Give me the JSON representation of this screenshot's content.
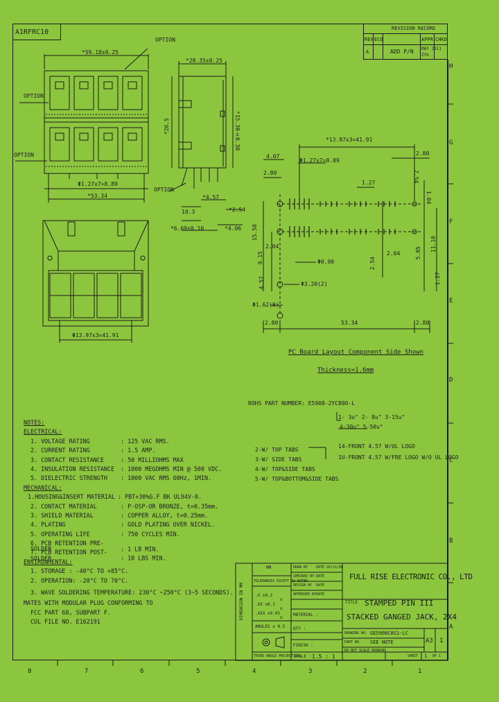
{
  "drawing_id": "A1RFRC10",
  "revision_record": {
    "title": "REVISION RECORD",
    "headers": [
      "REV",
      "ECO",
      "",
      "APPR",
      "CHKD"
    ],
    "row": {
      "rev": "A",
      "desc": "ADD P/N",
      "date": "MAY 2011",
      "note": "ZYG"
    }
  },
  "zone_letters_right": [
    "H",
    "G",
    "F",
    "E",
    "D",
    "C",
    "B",
    "A"
  ],
  "zone_numbers_bottom": [
    "8",
    "7",
    "6",
    "5",
    "4",
    "3",
    "2",
    "1"
  ],
  "dimensions": {
    "front_width": "*59.18±0.25",
    "front_pitch": "Φ1.27x7=8.89",
    "front_overall": "*53.34",
    "option_top": "OPTION",
    "option_left": "OPTION",
    "option_left2": "OPTION",
    "option_side": "OPTION",
    "side_depth": "*28.35±0.25",
    "side_height": "*26.5",
    "side_height2": "*15.30±0.30",
    "side_457": "*4.57",
    "side_254": "*2.54",
    "side_103": "10.3",
    "side_669": "*6.69±0.10",
    "side_406": "*4.06",
    "bottom_pitch": "Φ13.97x3=41.91"
  },
  "pcb_layout": {
    "top_dim": "*13.97x3=41.91",
    "d_407": "4.07",
    "d_280a": "2.80",
    "d_280b": "2.80",
    "d_127x7": "Φ1.27x7=8.89",
    "d_127": "1.27",
    "d_254_v": "2.54",
    "d_104": "1.04",
    "d_1550": "15.50",
    "d_915": "9.15",
    "d_204": "2.04",
    "d_090": "Φ0.90",
    "d_254b": "2.54",
    "d_204b": "2.04",
    "d_585": "5.85",
    "d_1110": "11.10",
    "d_457v": "4.57",
    "d_320": "Φ3.20(2)",
    "d_162": "Φ1.62(8)",
    "d_280c": "2.80",
    "d_5334": "53.34",
    "d_280d": "2.80",
    "d_127b": "1.27",
    "caption": "PC Board Layout Component Side Shown",
    "thickness": "Thickness=1.6mm"
  },
  "part_number": {
    "label": "ROHS PART NUMBER: E5908-2YC800-L",
    "options_a": [
      "1- 3u\" 2- 8u\" 3-15u\"",
      "4-30u\" 5-50u\""
    ],
    "options_b": [
      "2-W/ TOP TABS",
      "3-W/ SIDE TABS",
      "4-W/ TOP&SIDE TABS",
      "5-W/ TOP&BOTTOM&SIDE TABS"
    ],
    "options_c": [
      "14-FRONT 4.57 W/UL LOGO",
      "1U-FRONT 4.57 W/FRE LOGO W/O UL LOGO"
    ]
  },
  "notes": {
    "title": "NOTES:",
    "electrical_title": "ELECTRICAL:",
    "electrical": [
      {
        "k": "1. VOLTAGE RATING",
        "v": ": 125 VAC RMS."
      },
      {
        "k": "2. CURRENT RATING",
        "v": ": 1.5 AMP."
      },
      {
        "k": "3. CONTACT RESISTANCE",
        "v": ": 50 MILLIOHMS MAX"
      },
      {
        "k": "4. INSULATION RESISTANCE",
        "v": ": 1000 MEGOHMS MIN @ 500 VDC."
      },
      {
        "k": "5. DIELECTRIC STRENGTH",
        "v": ": 1000 VAC RMS 60Hz, 1MIN."
      }
    ],
    "mechanical_title": "MECHANICAL:",
    "mechanical": [
      {
        "k": "1.HOUSING&INSERT MATERIAL",
        "v": ": PBT+30%G.F BK UL94V-0."
      },
      {
        "k": "2. CONTACT MATERIAL",
        "v": ": P-OSP-OR BRONZE, t=0.35mm."
      },
      {
        "k": "3. SHIELD MATERIAL",
        "v": ": COPPER ALLOY, t=0.25mm."
      },
      {
        "k": "4. PLATING",
        "v": ": GOLD PLATING OVER NICKEL."
      },
      {
        "k": "5. OPERATING LIFE",
        "v": ": 750 CYCLES MIN."
      },
      {
        "k": "6. PCB RETENTION PRE-SOLDER",
        "v": ": 1 LB MIN."
      },
      {
        "k": "7. PCB RETENTION POST-SOLDER",
        "v": ": 10 LBS MIN."
      }
    ],
    "environmental_title": "ENVIRONMENTAL:",
    "environmental": [
      "1. STORAGE : -40°C TO +85°C.",
      "2. OPERATION: -20°C TO 70°C.",
      "3. WAVE SOLDERING TEMPERATURE: 230°C ~250°C (3~5 SECONDS)."
    ],
    "footer": [
      "MATES WITH MODULAR PLUG CONFORMING TO",
      "FCC PART 68, SUBPART F.",
      "CUL FILE NO. E162191"
    ]
  },
  "title_block": {
    "company": "FULL RISE ELECTRONIC CO., LTD",
    "title_label": "TITLE",
    "title_line1": "STAMPED PIN III",
    "title_line2": "STACKED GANGED JACK, 2X4",
    "drawing_no_label": "DRAWING NO.",
    "drawing_no": "GE5908C8S1-LC",
    "part_no_label": "PART NO.",
    "part_no": "SEE NOTE",
    "size": "A3",
    "rev": "1",
    "scale_label": "SCALE :",
    "scale": "1.5 : 1",
    "sheet_label": "SHEET",
    "sheet": "1",
    "of": "OF 1",
    "do_not_scale": "DO NOT SCALE DRAWING",
    "material_label": "MATERIAL :",
    "finish_label": "FINISH :",
    "qty_label": "QTY :",
    "angles": "ANGLES ± 0.5",
    "third_angle": "THIRD ANGLE PROJECTION",
    "tol_title": "TOLERANCES EXCEPT AS NOTED",
    "tol_rows": [
      ".X  ±0.2",
      ".XX ±0.1",
      ".XXX ±0.05"
    ],
    "tol_col": "±",
    "sig_rows": [
      "DRAW BY",
      "CHECKED BY",
      "DESIGN BY",
      "APPROVED BY"
    ],
    "sig_dates": [
      "DATE 26/11/08",
      "DATE",
      "DATE",
      "DATE"
    ],
    "dim_side": "DIMENSION IN MM",
    "unit": "MM"
  }
}
